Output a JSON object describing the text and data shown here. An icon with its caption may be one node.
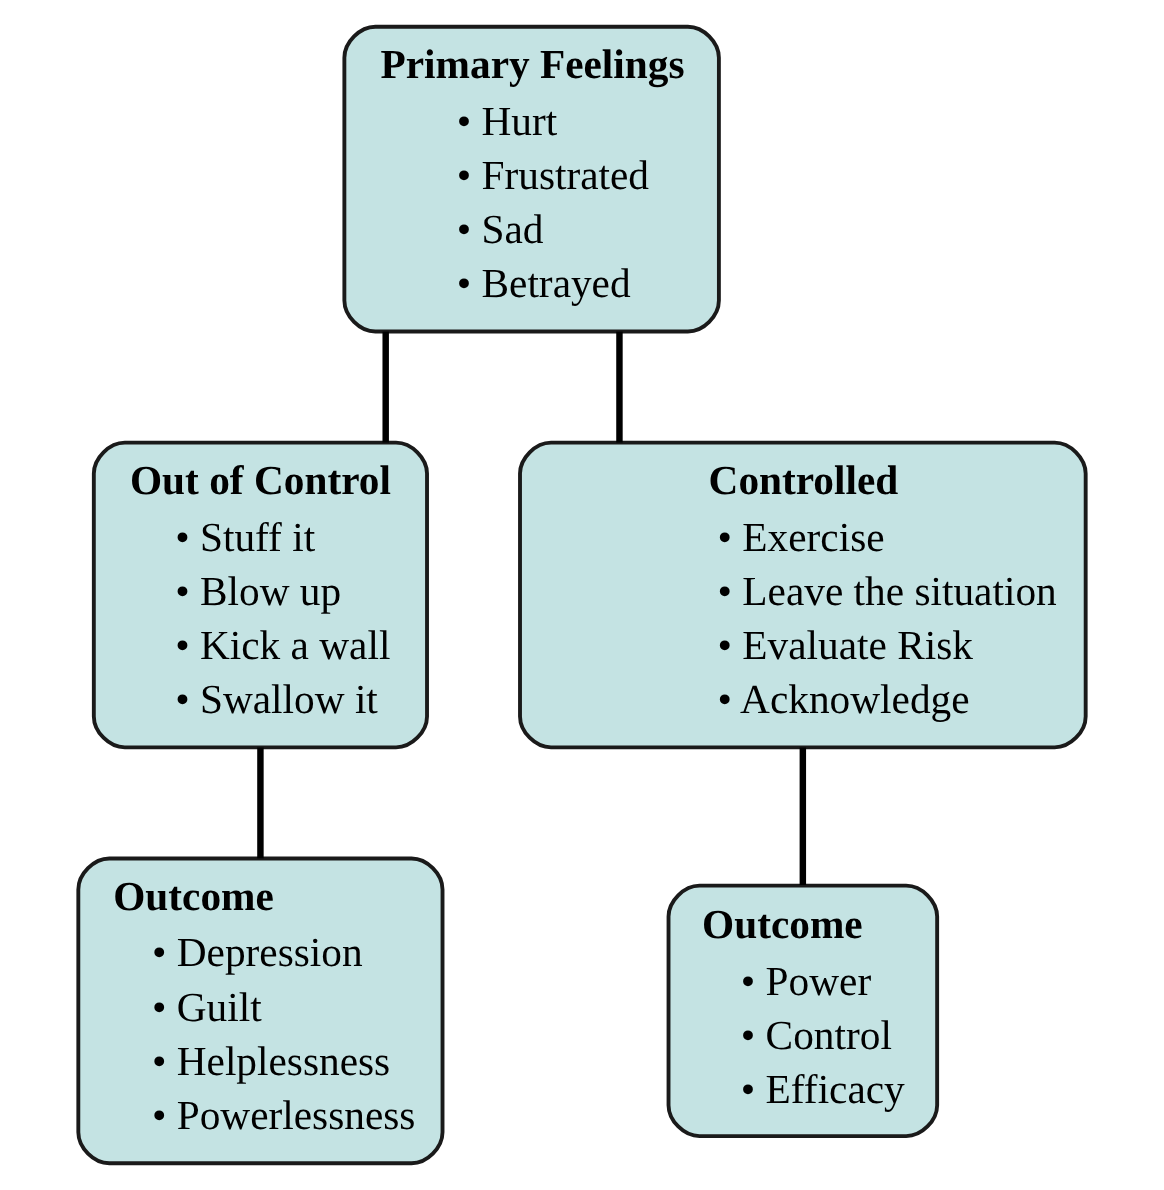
{
  "diagram": {
    "nodes": [
      {
        "text": [
          "Primary Feelings",
          "• Hurt",
          "• Frustrated",
          "• Sad",
          "• Betrayed"
        ]
      },
      {
        "text": [
          "Out of Control",
          "• Stuff it",
          "• Blow up",
          "• Kick a wall",
          "• Swallow it"
        ]
      },
      {
        "text": [
          "Controlled",
          "• Exercise",
          "• Leave the situation",
          "• Evaluate Risk",
          "• Acknowledge"
        ]
      },
      {
        "text": [
          "Outcome",
          "• Depression",
          "• Guilt",
          "• Helplessness",
          "• Powerlessness"
        ]
      },
      {
        "text": [
          "Outcome",
          "• Power",
          "• Control",
          "• Efficacy"
        ]
      }
    ],
    "edges": [
      {
        "from": 0,
        "to": 1,
        "arrow": "none"
      },
      {
        "from": 0,
        "to": 2,
        "arrow": "none"
      },
      {
        "from": 1,
        "to": 3,
        "arrow": "none"
      },
      {
        "from": 2,
        "to": 4,
        "arrow": "none"
      }
    ]
  }
}
